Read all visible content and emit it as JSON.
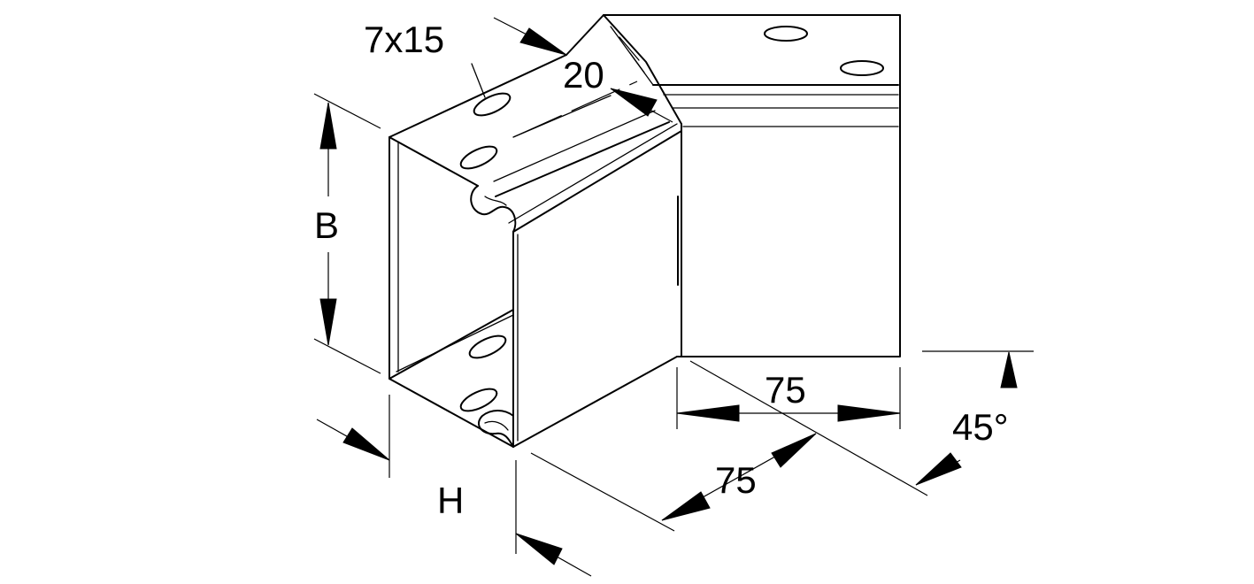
{
  "labels": {
    "slot_size": "7x15",
    "flange_width": "20",
    "width": "B",
    "height": "H",
    "leg_right": "75",
    "leg_front": "75",
    "angle": "45°"
  }
}
